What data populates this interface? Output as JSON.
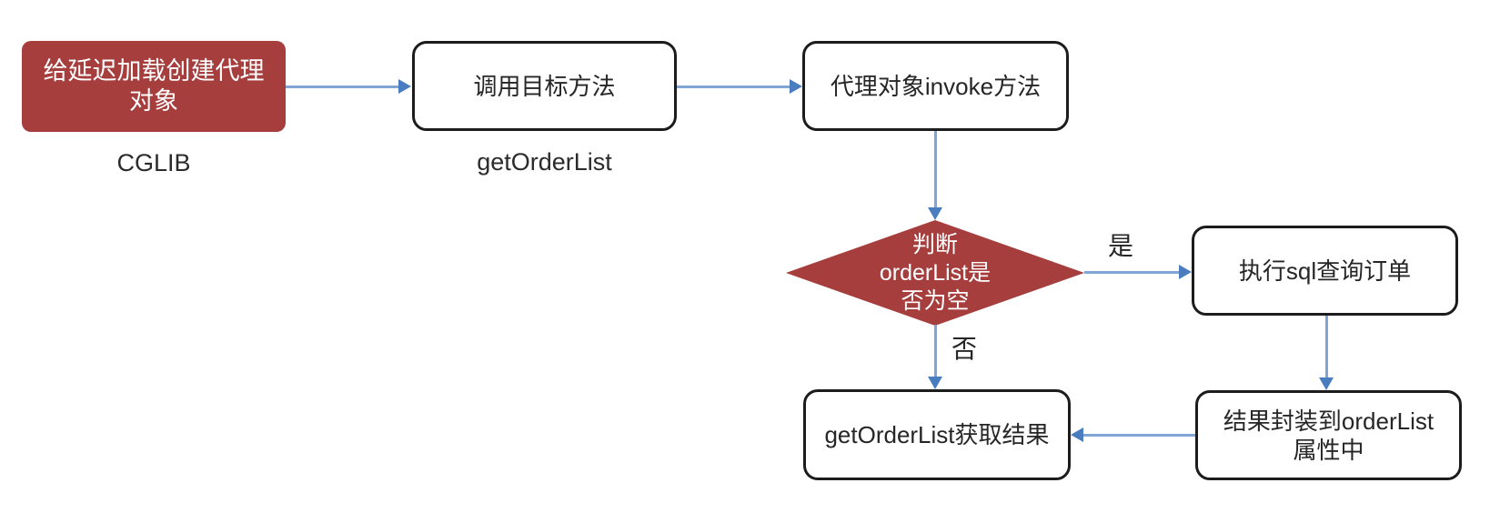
{
  "colors": {
    "accent_red": "#a63e3e",
    "node_border": "#1c1c1c",
    "node_text": "#262626",
    "highlight_text": "#ffffff",
    "arrow_line": "#80a4d6",
    "arrow_head": "#4a7dc0"
  },
  "nodes": [
    {
      "id": "create-proxy",
      "shape": "rounded-rect",
      "fill": "red",
      "lines": [
        "给延迟加载创建代理",
        "对象"
      ],
      "caption": "CGLIB"
    },
    {
      "id": "call-target-method",
      "shape": "rounded-rect",
      "fill": "white",
      "label": "调用目标方法",
      "caption": "getOrderList"
    },
    {
      "id": "proxy-invoke",
      "shape": "rounded-rect",
      "fill": "white",
      "label": "代理对象invoke方法"
    },
    {
      "id": "check-orderlist-empty",
      "shape": "diamond",
      "fill": "red",
      "lines": [
        "判断",
        "orderList是",
        "否为空"
      ]
    },
    {
      "id": "execute-sql",
      "shape": "rounded-rect",
      "fill": "white",
      "label": "执行sql查询订单"
    },
    {
      "id": "wrap-result",
      "shape": "rounded-rect",
      "fill": "white",
      "lines": [
        "结果封装到orderList",
        "属性中"
      ]
    },
    {
      "id": "get-result",
      "shape": "rounded-rect",
      "fill": "white",
      "label": "getOrderList获取结果"
    }
  ],
  "edges": [
    {
      "from": "create-proxy",
      "to": "call-target-method",
      "label": ""
    },
    {
      "from": "call-target-method",
      "to": "proxy-invoke",
      "label": ""
    },
    {
      "from": "proxy-invoke",
      "to": "check-orderlist-empty",
      "label": ""
    },
    {
      "from": "check-orderlist-empty",
      "to": "execute-sql",
      "label": "是"
    },
    {
      "from": "execute-sql",
      "to": "wrap-result",
      "label": ""
    },
    {
      "from": "wrap-result",
      "to": "get-result",
      "label": ""
    },
    {
      "from": "check-orderlist-empty",
      "to": "get-result",
      "label": "否"
    }
  ]
}
